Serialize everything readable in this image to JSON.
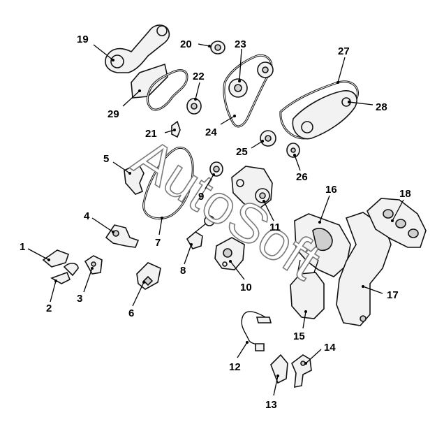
{
  "watermark": "AutoSoft",
  "callouts": [
    {
      "id": "1",
      "label": "1"
    },
    {
      "id": "2",
      "label": "2"
    },
    {
      "id": "3",
      "label": "3"
    },
    {
      "id": "4",
      "label": "4"
    },
    {
      "id": "5",
      "label": "5"
    },
    {
      "id": "6",
      "label": "6"
    },
    {
      "id": "7",
      "label": "7"
    },
    {
      "id": "8",
      "label": "8"
    },
    {
      "id": "9",
      "label": "9"
    },
    {
      "id": "10",
      "label": "10"
    },
    {
      "id": "11",
      "label": "11"
    },
    {
      "id": "12",
      "label": "12"
    },
    {
      "id": "13",
      "label": "13"
    },
    {
      "id": "14",
      "label": "14"
    },
    {
      "id": "15",
      "label": "15"
    },
    {
      "id": "16",
      "label": "16"
    },
    {
      "id": "17",
      "label": "17"
    },
    {
      "id": "18",
      "label": "18"
    },
    {
      "id": "19",
      "label": "19"
    },
    {
      "id": "20",
      "label": "20"
    },
    {
      "id": "21",
      "label": "21"
    },
    {
      "id": "22",
      "label": "22"
    },
    {
      "id": "23",
      "label": "23"
    },
    {
      "id": "24",
      "label": "24"
    },
    {
      "id": "25",
      "label": "25"
    },
    {
      "id": "26",
      "label": "26"
    },
    {
      "id": "27",
      "label": "27"
    },
    {
      "id": "28",
      "label": "28"
    },
    {
      "id": "29",
      "label": "29"
    }
  ]
}
